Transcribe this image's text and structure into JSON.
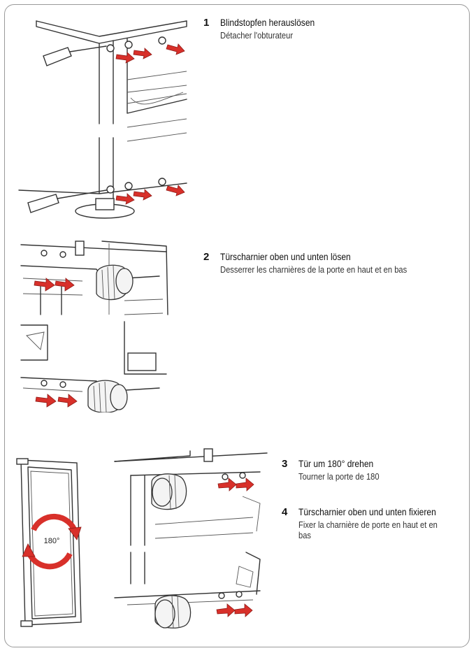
{
  "steps": [
    {
      "number": "1",
      "de": "Blindstopfen herauslösen",
      "fr": "Détacher l'obturateur"
    },
    {
      "number": "2",
      "de": "Türscharnier oben und unten lösen",
      "fr": "Desserrer les charnières de la porte en haut et en bas"
    },
    {
      "number": "3",
      "de": "Tür um 180° drehen",
      "fr": "Tourner la porte de 180"
    },
    {
      "number": "4",
      "de": "Türscharnier oben und unten fixieren",
      "fr": "Fixer la charnière de porte en haut et en bas"
    }
  ],
  "figures": {
    "rotation_label": "180°",
    "arrow_color": "#d8302a",
    "icons": [
      "screwdriver-icon",
      "blind-plug-icon",
      "hinge-icon",
      "removal-arrow-icon",
      "rotate-arrow-icon"
    ]
  }
}
